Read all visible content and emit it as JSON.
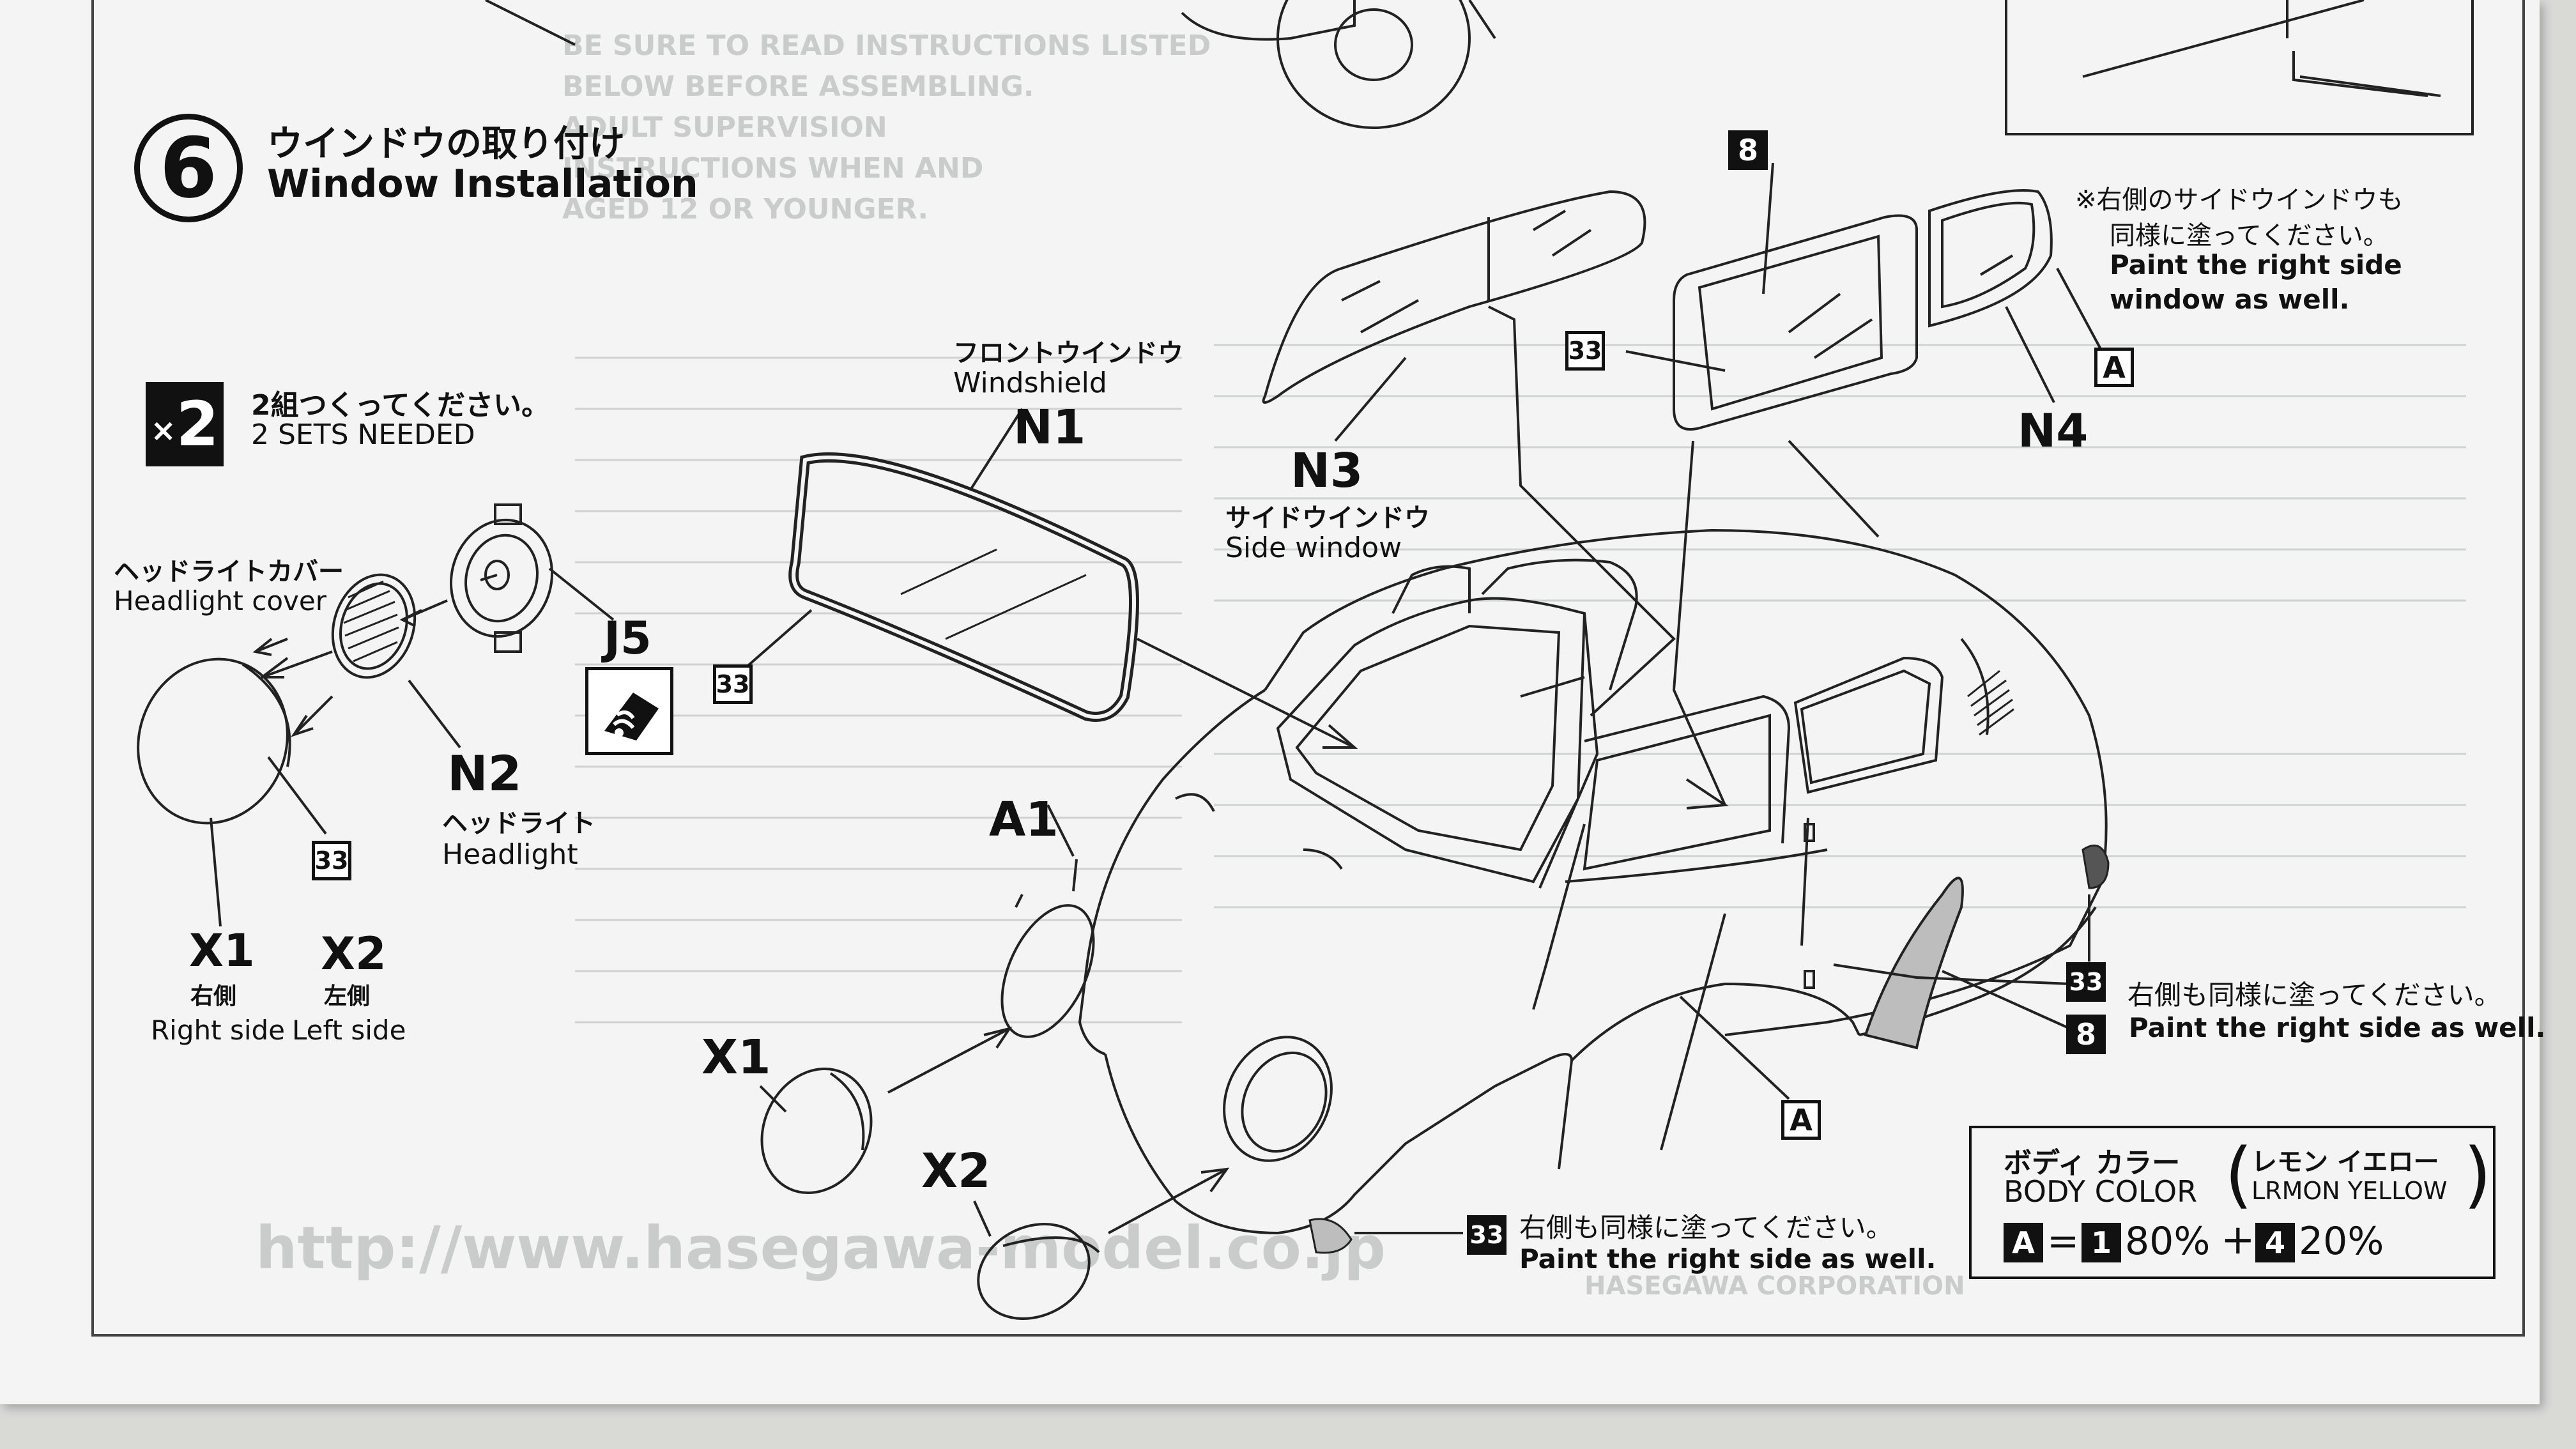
{
  "step": {
    "number": "6",
    "title_jp": "ウインドウの取り付け",
    "title_en": "Window Installation"
  },
  "sets_needed": {
    "multiplier_prefix": "×",
    "multiplier": "2",
    "text_jp": "2組つくってください。",
    "text_en": "2 SETS NEEDED"
  },
  "headlight_assembly": {
    "cover_jp": "ヘッドライトカバー",
    "cover_en": "Headlight cover",
    "part_n2": "N2",
    "n2_jp": "ヘッドライト",
    "n2_en": "Headlight",
    "part_j5": "J5",
    "paint_33": "33",
    "x1_code": "X1",
    "x1_jp": "右側",
    "x1_en": "Right side",
    "x2_code": "X2",
    "x2_jp": "左側",
    "x2_en": "Left side"
  },
  "windshield": {
    "jp": "フロントウインドウ",
    "en": "Windshield",
    "part": "N1",
    "paint": "33"
  },
  "side_window": {
    "part": "N3",
    "jp": "サイドウインドウ",
    "en": "Side window"
  },
  "rear_window": {
    "paint_top": "8",
    "paint_left": "33",
    "paint_right": "A",
    "part": "N4",
    "note_jp_1": "※右側のサイドウインドウも",
    "note_jp_2": "同様に塗ってください。",
    "note_en_1": "Paint the right side",
    "note_en_2": "window as well."
  },
  "body": {
    "part": "A1",
    "x1": "X1",
    "x2": "X2",
    "paint_body": "A"
  },
  "fender_note": {
    "paint_a": "33",
    "paint_b": "8",
    "jp": "右側も同様に塗ってください。",
    "en": "Paint the right side as well."
  },
  "bumper_note": {
    "paint": "33",
    "jp": "右側も同様に塗ってください。",
    "en": "Paint the right side as well."
  },
  "body_color": {
    "title_jp": "ボディ カラー",
    "title_en": "BODY COLOR",
    "paren_jp": "レモン イエロー",
    "paren_en": "LRMON YELLOW",
    "code_a": "A",
    "equals": "=",
    "code_1": "1",
    "pct_1": "80%",
    "plus": "+",
    "code_4": "4",
    "pct_4": "20%"
  },
  "colors": {
    "ink": "#111111",
    "paper": "#f3f4f3",
    "show_through": "#c9cccb"
  }
}
